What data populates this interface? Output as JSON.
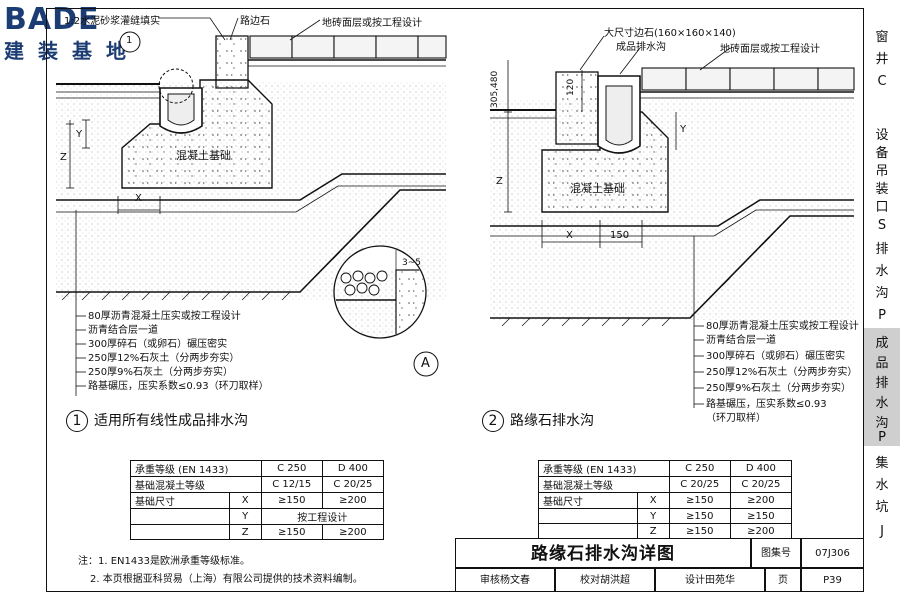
{
  "logo": {
    "top": "BADE",
    "bottom": "建装基地"
  },
  "side": [
    "窗",
    "井",
    "C",
    "设",
    "备",
    "吊",
    "装",
    "口",
    "S",
    "排",
    "水",
    "沟",
    "P",
    "成",
    "品",
    "排",
    "水",
    "沟",
    "P",
    "集",
    "水",
    "坑",
    "J"
  ],
  "fig1": {
    "labels": {
      "top_left": "1:2水泥砂浆灌缝填实",
      "curb": "路边石",
      "paving": "地砖面层或按工程设计",
      "concrete": "混凝土基础",
      "x": "X",
      "y": "Y",
      "z": "Z",
      "detail_dim": "3~5",
      "detail": "A",
      "detail_ref": "1"
    },
    "layers": [
      "80厚沥青混凝土压实或按工程设计",
      "沥青结合层一道",
      "300厚碎石（或卵石）碾压密实",
      "250厚12%石灰土（分两步夯实）",
      "250厚9%石灰土（分两步夯实）",
      "路基碾压，压实系数≤0.93（环刀取样）"
    ],
    "caption_num": "1",
    "caption": "适用所有线性成品排水沟"
  },
  "fig2": {
    "labels": {
      "curb": "大尺寸边石(160×160×140)",
      "channel": "成品排水沟",
      "paving": "地砖面层或按工程设计",
      "dim_side": "305,480",
      "dim_120": "120",
      "concrete": "混凝土基础",
      "x": "X",
      "y": "Y",
      "z": "Z",
      "dim_150": "150"
    },
    "layers": [
      "80厚沥青混凝土压实或按工程设计",
      "沥青结合层一道",
      "300厚碎石（或卵石）碾压密实",
      "250厚12%石灰土（分两步夯实）",
      "250厚9%石灰土（分两步夯实）",
      "路基碾压，压实系数≤0.93",
      "（环刀取样）"
    ],
    "caption_num": "2",
    "caption": "路缘石排水沟"
  },
  "table1": {
    "rows": [
      [
        "承重等级  (EN 1433)",
        "",
        "C 250",
        "D 400"
      ],
      [
        "基础混凝土等级",
        "",
        "C 12/15",
        "C 20/25"
      ],
      [
        "基础尺寸",
        "X",
        "≥150",
        "≥200"
      ],
      [
        "",
        "Y",
        "按工程设计",
        ""
      ],
      [
        "",
        "Z",
        "≥150",
        "≥200"
      ]
    ]
  },
  "table2": {
    "rows": [
      [
        "承重等级  (EN 1433)",
        "",
        "C 250",
        "D 400"
      ],
      [
        "基础混凝土等级",
        "",
        "C 20/25",
        "C 20/25"
      ],
      [
        "基础尺寸",
        "X",
        "≥150",
        "≥200"
      ],
      [
        "",
        "Y",
        "≥150",
        "≥150"
      ],
      [
        "",
        "Z",
        "≥150",
        "≥200"
      ]
    ]
  },
  "notes": [
    "注：1. EN1433是欧洲承重等级标准。",
    "2. 本页根据亚科贸易（上海）有限公司提供的技术资料编制。"
  ],
  "title_block": {
    "title": "路缘石排水沟详图",
    "atlas_label": "图集号",
    "atlas_no": "07J306",
    "review": "审核杨文春",
    "check": "校对胡洪超",
    "design": "设计田苑华",
    "page_label": "页",
    "page_no": "P39"
  }
}
